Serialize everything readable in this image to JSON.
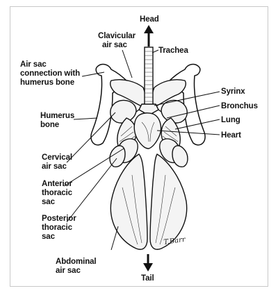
{
  "diagram": {
    "directions": {
      "head": "Head",
      "tail": "Tail"
    },
    "labels_left": {
      "air_sac_connection": [
        "Air sac",
        "connection with",
        "humerus bone"
      ],
      "humerus_bone": [
        "Humerus",
        "bone"
      ],
      "cervical_air_sac": [
        "Cervical",
        "air sac"
      ],
      "anterior_thoracic_sac": [
        "Anterior",
        "thoracic",
        "sac"
      ],
      "posterior_thoracic_sac": [
        "Posterior",
        "thoracic",
        "sac"
      ],
      "abdominal_air_sac": [
        "Abdominal",
        "air sac"
      ]
    },
    "labels_top": {
      "clavicular_air_sac": [
        "Clavicular",
        "air sac"
      ],
      "trachea": "Trachea"
    },
    "labels_right": {
      "syrinx": "Syrinx",
      "bronchus": "Bronchus",
      "lung": "Lung",
      "heart": "Heart"
    },
    "signature": "T.Barr"
  }
}
